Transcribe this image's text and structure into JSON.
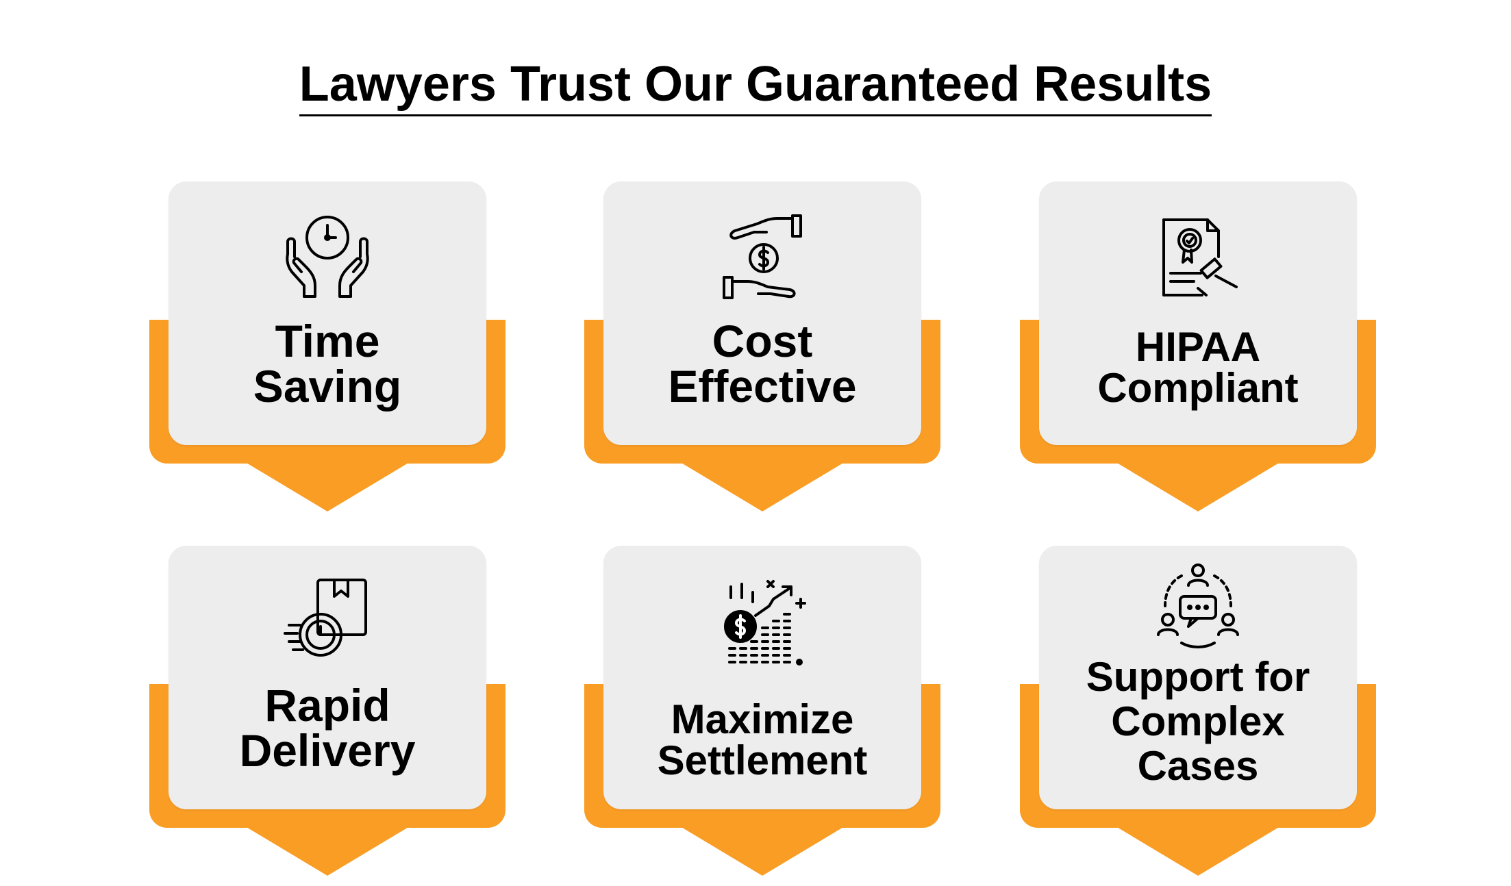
{
  "title": "Lawyers Trust Our Guaranteed Results",
  "colors": {
    "accent": "#f99d24",
    "panel": "#ededed",
    "text": "#000000"
  },
  "cards": [
    {
      "lines": [
        "Time",
        "Saving"
      ],
      "icon": "hands-clock-icon"
    },
    {
      "lines": [
        "Cost",
        "Effective"
      ],
      "icon": "hands-money-icon"
    },
    {
      "lines": [
        "HIPAA",
        "Compliant"
      ],
      "icon": "certificate-gavel-icon"
    },
    {
      "lines": [
        "Rapid",
        "Delivery"
      ],
      "icon": "box-clock-icon"
    },
    {
      "lines": [
        "Maximize",
        "Settlement"
      ],
      "icon": "money-growth-icon"
    },
    {
      "lines": [
        "Support for",
        "Complex",
        "Cases"
      ],
      "icon": "team-chat-icon"
    }
  ]
}
